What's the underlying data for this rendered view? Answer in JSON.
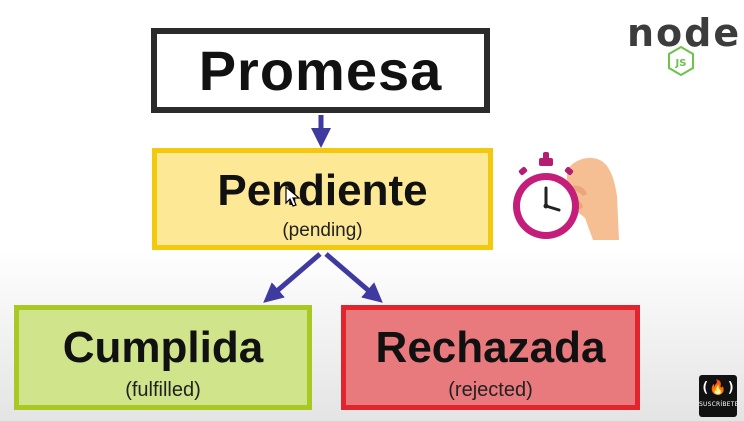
{
  "diagram": {
    "root": {
      "label": "Promesa"
    },
    "pending": {
      "label": "Pendiente",
      "sublabel": "(pending)"
    },
    "fulfilled": {
      "label": "Cumplida",
      "sublabel": "(fulfilled)"
    },
    "rejected": {
      "label": "Rechazada",
      "sublabel": "(rejected)"
    }
  },
  "branding": {
    "node_logo_text": "node",
    "node_badge_text": "JS",
    "fcc_glyph": "(🔥)",
    "subscribe_label": "SUSCRÍBETE"
  },
  "colors": {
    "root_border": "#2b2b2b",
    "pending_fill": "#fde896",
    "pending_border": "#f2c90c",
    "fulfilled_fill": "#d0e48c",
    "fulfilled_border": "#a8c924",
    "rejected_fill": "#e87a7d",
    "rejected_border": "#e2252c",
    "arrow": "#3f3aa0",
    "node_green": "#6cc24a"
  },
  "icons": [
    "stopwatch-icon",
    "hand-icon",
    "cursor-icon",
    "nodejs-logo",
    "subscribe-badge"
  ]
}
